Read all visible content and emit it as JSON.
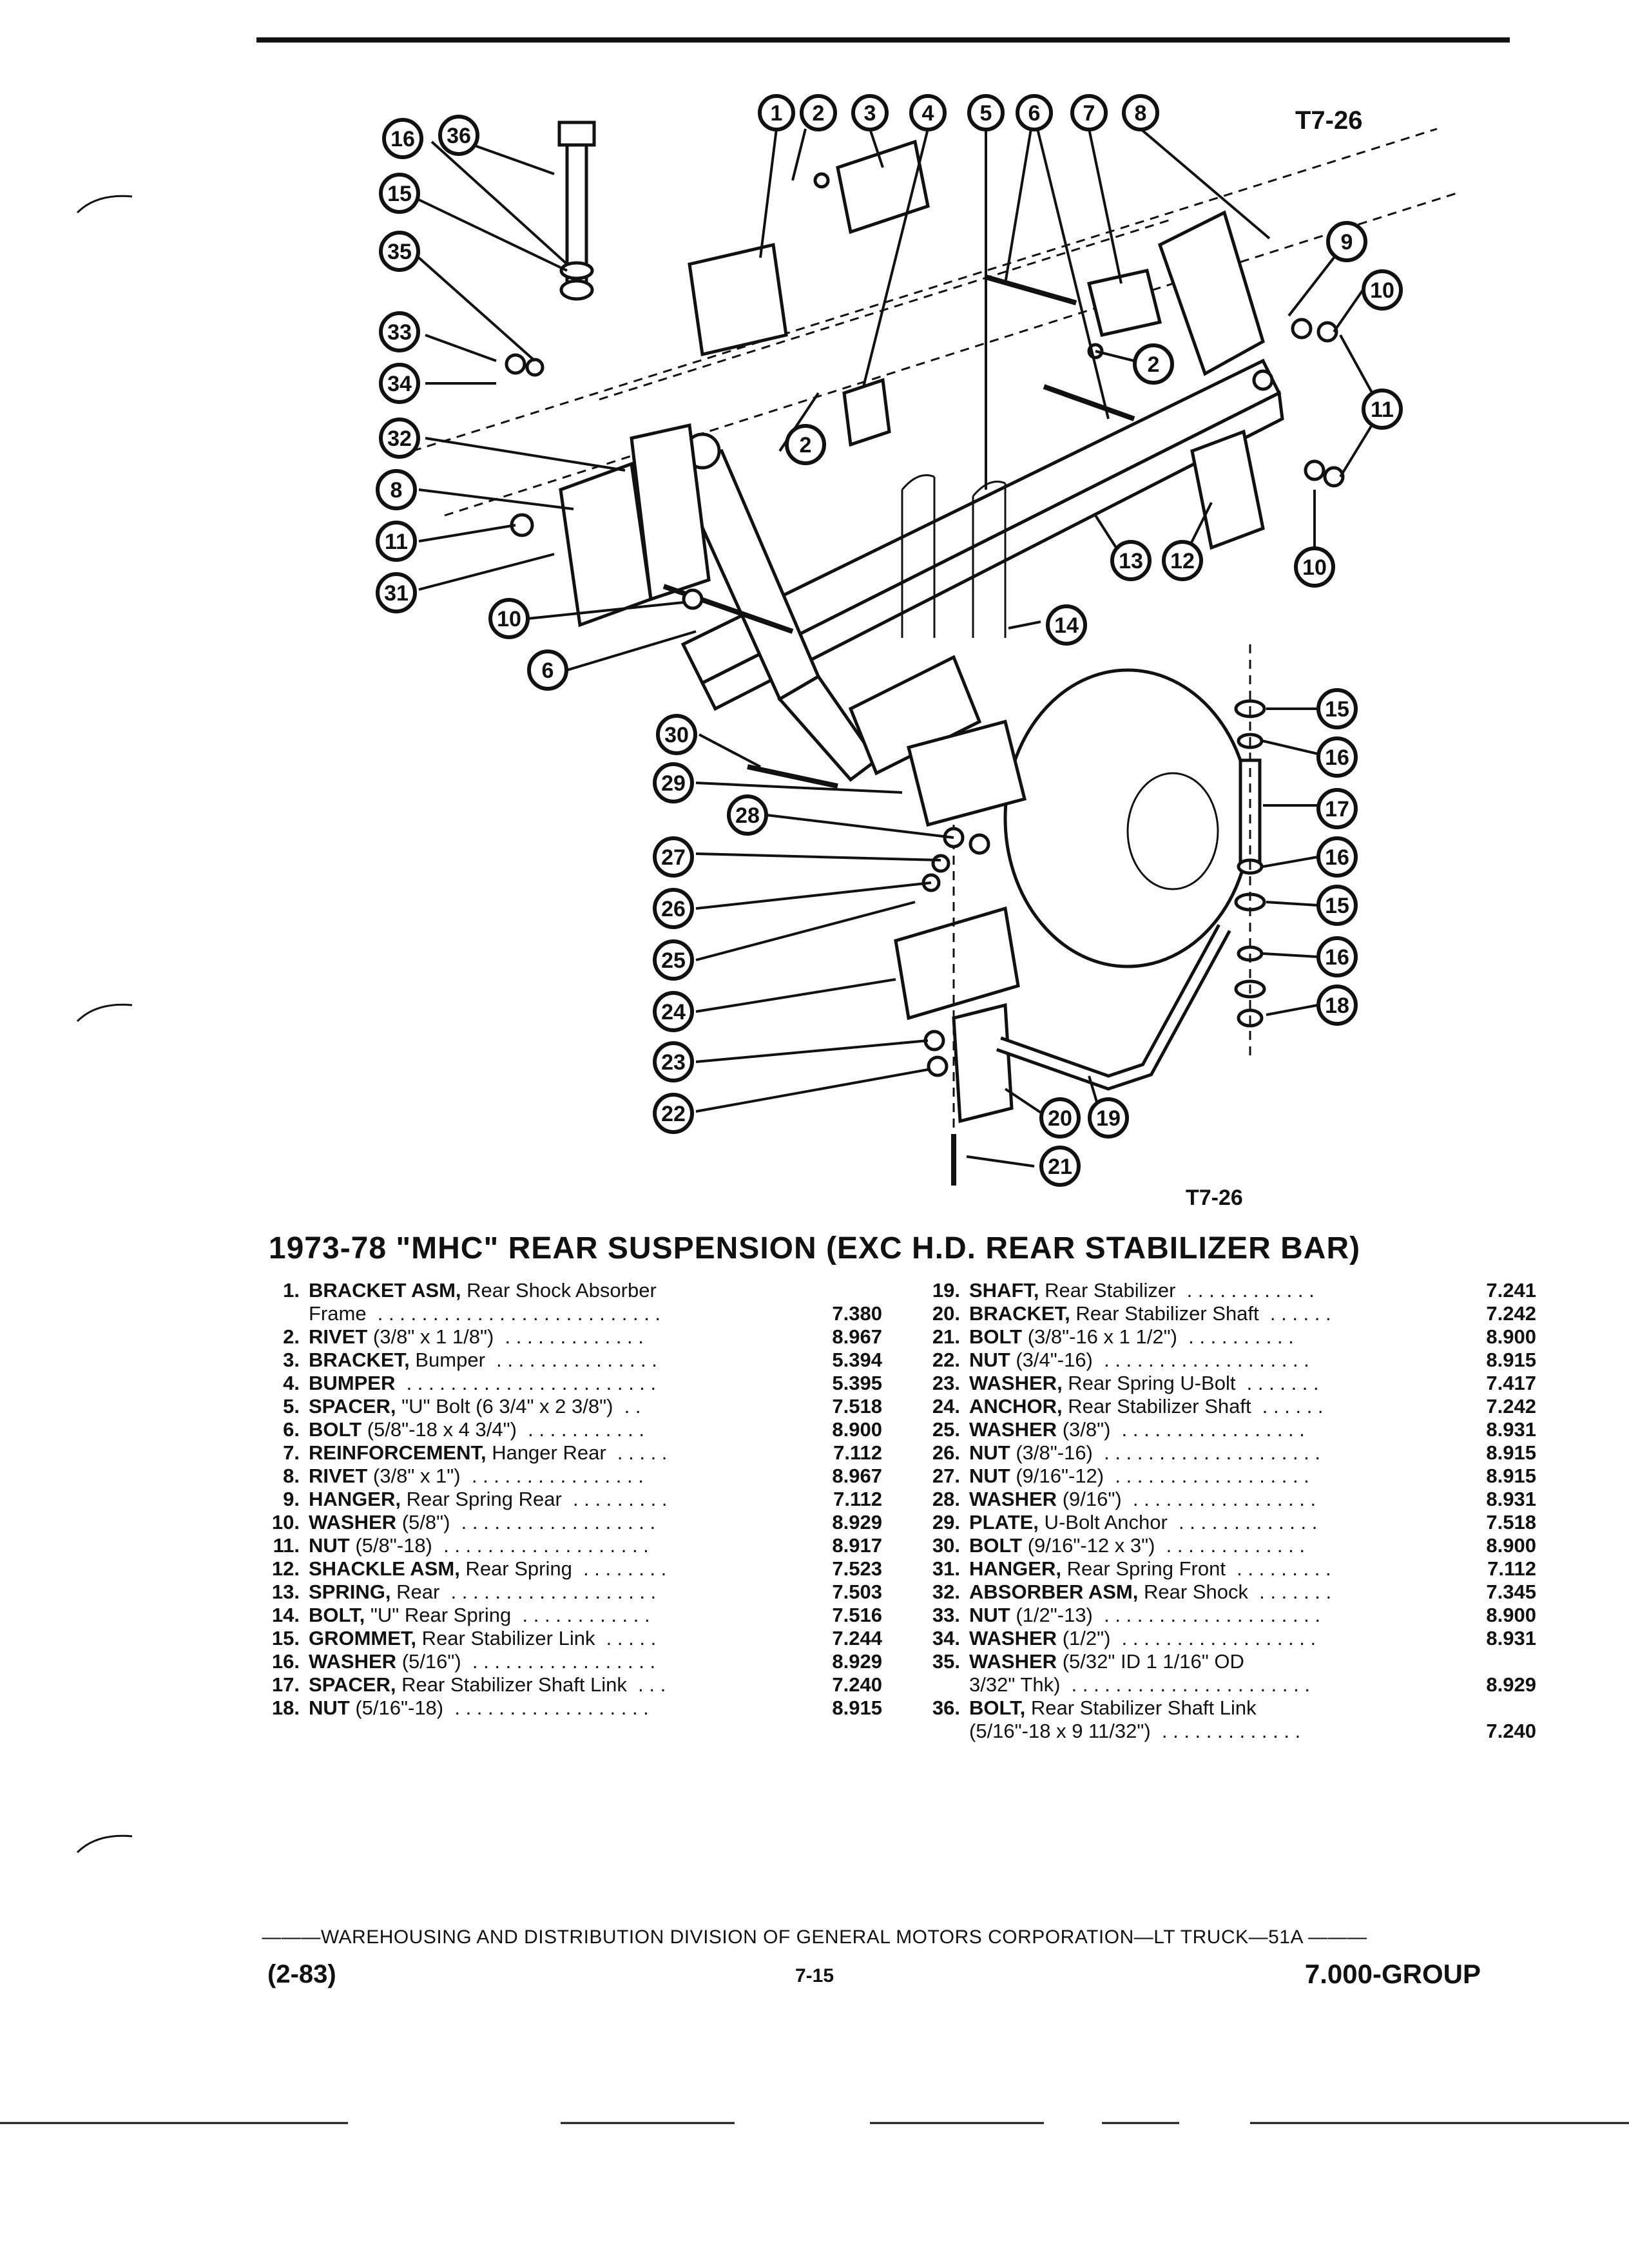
{
  "figure": {
    "label_top": "T7-26",
    "label_bottom": "T7-26"
  },
  "title": "1973-78 \"MHC\" REAR SUSPENSION (EXC H.D. REAR STABILIZER BAR)",
  "callouts": [
    "1",
    "2",
    "3",
    "4",
    "5",
    "6",
    "7",
    "8",
    "16",
    "36",
    "15",
    "35",
    "33",
    "34",
    "32",
    "8",
    "11",
    "31",
    "10",
    "6",
    "2",
    "2",
    "9",
    "10",
    "11",
    "13",
    "12",
    "10",
    "14",
    "30",
    "29",
    "28",
    "27",
    "26",
    "25",
    "24",
    "23",
    "22",
    "15",
    "16",
    "17",
    "16",
    "15",
    "16",
    "18",
    "20",
    "19",
    "21"
  ],
  "parts_left": [
    {
      "num": "1.",
      "name": "BRACKET ASM,",
      "spec": " Rear Shock Absorber",
      "line2": "Frame  . . . . . . . . . . . . . . . . . . . . . . . . . .",
      "code": "7.380"
    },
    {
      "num": "2.",
      "name": "RIVET",
      "spec": " (3/8\" x 1 1/8\")  . . . . . . . . . . . . .",
      "code": "8.967"
    },
    {
      "num": "3.",
      "name": "BRACKET,",
      "spec": " Bumper  . . . . . . . . . . . . . . .",
      "code": "5.394"
    },
    {
      "num": "4.",
      "name": "BUMPER",
      "spec": "  . . . . . . . . . . . . . . . . . . . . . . .",
      "code": "5.395"
    },
    {
      "num": "5.",
      "name": "SPACER,",
      "spec": " \"U\" Bolt (6 3/4\" x 2 3/8\")  . .",
      "code": "7.518"
    },
    {
      "num": "6.",
      "name": "BOLT",
      "spec": " (5/8\"-18 x 4 3/4\")  . . . . . . . . . . .",
      "code": "8.900"
    },
    {
      "num": "7.",
      "name": "REINFORCEMENT,",
      "spec": " Hanger Rear  . . . . .",
      "code": "7.112"
    },
    {
      "num": "8.",
      "name": "RIVET",
      "spec": " (3/8\" x 1\")  . . . . . . . . . . . . . . . .",
      "code": "8.967"
    },
    {
      "num": "9.",
      "name": "HANGER,",
      "spec": " Rear Spring Rear  . . . . . . . . .",
      "code": "7.112"
    },
    {
      "num": "10.",
      "name": "WASHER",
      "spec": " (5/8\")  . . . . . . . . . . . . . . . . . .",
      "code": "8.929"
    },
    {
      "num": "11.",
      "name": "NUT",
      "spec": " (5/8\"-18)  . . . . . . . . . . . . . . . . . . .",
      "code": "8.917"
    },
    {
      "num": "12.",
      "name": "SHACKLE ASM,",
      "spec": " Rear Spring  . . . . . . . .",
      "code": "7.523"
    },
    {
      "num": "13.",
      "name": "SPRING,",
      "spec": " Rear  . . . . . . . . . . . . . . . . . . .",
      "code": "7.503"
    },
    {
      "num": "14.",
      "name": "BOLT,",
      "spec": " \"U\" Rear Spring  . . . . . . . . . . . .",
      "code": "7.516"
    },
    {
      "num": "15.",
      "name": "GROMMET,",
      "spec": " Rear Stabilizer Link  . . . . .",
      "code": "7.244"
    },
    {
      "num": "16.",
      "name": "WASHER",
      "spec": " (5/16\")  . . . . . . . . . . . . . . . . .",
      "code": "8.929"
    },
    {
      "num": "17.",
      "name": "SPACER,",
      "spec": " Rear Stabilizer Shaft Link  . . .",
      "code": "7.240"
    },
    {
      "num": "18.",
      "name": "NUT",
      "spec": " (5/16\"-18)  . . . . . . . . . . . . . . . . . .",
      "code": "8.915"
    }
  ],
  "parts_right": [
    {
      "num": "19.",
      "name": "SHAFT,",
      "spec": " Rear Stabilizer  . . . . . . . . . . . .",
      "code": "7.241"
    },
    {
      "num": "20.",
      "name": "BRACKET,",
      "spec": " Rear Stabilizer Shaft  . . . . . .",
      "code": "7.242"
    },
    {
      "num": "21.",
      "name": "BOLT",
      "spec": " (3/8\"-16 x 1 1/2\")  . . . . . . . . . .",
      "code": "8.900"
    },
    {
      "num": "22.",
      "name": "NUT",
      "spec": " (3/4\"-16)  . . . . . . . . . . . . . . . . . . .",
      "code": "8.915"
    },
    {
      "num": "23.",
      "name": "WASHER,",
      "spec": " Rear Spring U-Bolt  . . . . . . .",
      "code": "7.417"
    },
    {
      "num": "24.",
      "name": "ANCHOR,",
      "spec": " Rear Stabilizer Shaft  . . . . . .",
      "code": "7.242"
    },
    {
      "num": "25.",
      "name": "WASHER",
      "spec": " (3/8\")  . . . . . . . . . . . . . . . . .",
      "code": "8.931"
    },
    {
      "num": "26.",
      "name": "NUT",
      "spec": " (3/8\"-16)  . . . . . . . . . . . . . . . . . . . .",
      "code": "8.915"
    },
    {
      "num": "27.",
      "name": "NUT",
      "spec": " (9/16\"-12)  . . . . . . . . . . . . . . . . . .",
      "code": "8.915"
    },
    {
      "num": "28.",
      "name": "WASHER",
      "spec": " (9/16\")  . . . . . . . . . . . . . . . . .",
      "code": "8.931"
    },
    {
      "num": "29.",
      "name": "PLATE,",
      "spec": " U-Bolt Anchor  . . . . . . . . . . . . .",
      "code": "7.518"
    },
    {
      "num": "30.",
      "name": "BOLT",
      "spec": " (9/16\"-12 x 3\")  . . . . . . . . . . . . .",
      "code": "8.900"
    },
    {
      "num": "31.",
      "name": "HANGER,",
      "spec": " Rear Spring Front  . . . . . . . . .",
      "code": "7.112"
    },
    {
      "num": "32.",
      "name": "ABSORBER ASM,",
      "spec": " Rear Shock  . . . . . . .",
      "code": "7.345"
    },
    {
      "num": "33.",
      "name": "NUT",
      "spec": " (1/2\"-13)  . . . . . . . . . . . . . . . . . . . .",
      "code": "8.900"
    },
    {
      "num": "34.",
      "name": "WASHER",
      "spec": " (1/2\")  . . . . . . . . . . . . . . . . . .",
      "code": "8.931"
    },
    {
      "num": "35.",
      "name": "WASHER",
      "spec": " (5/32\" ID 1 1/16\" OD",
      "line2": "3/32\" Thk)  . . . . . . . . . . . . . . . . . . . . . .",
      "code": "8.929"
    },
    {
      "num": "36.",
      "name": "BOLT,",
      "spec": " Rear Stabilizer Shaft Link",
      "line2": "(5/16\"-18 x 9 11/32\")  . . . . . . . . . . . . .",
      "code": "7.240"
    }
  ],
  "footer": {
    "division": "———WAREHOUSING AND DISTRIBUTION  DIVISION OF GENERAL MOTORS CORPORATION—LT TRUCK—51A  ———",
    "date": "(2-83)",
    "page": "7-15",
    "group": "7.000-GROUP"
  }
}
